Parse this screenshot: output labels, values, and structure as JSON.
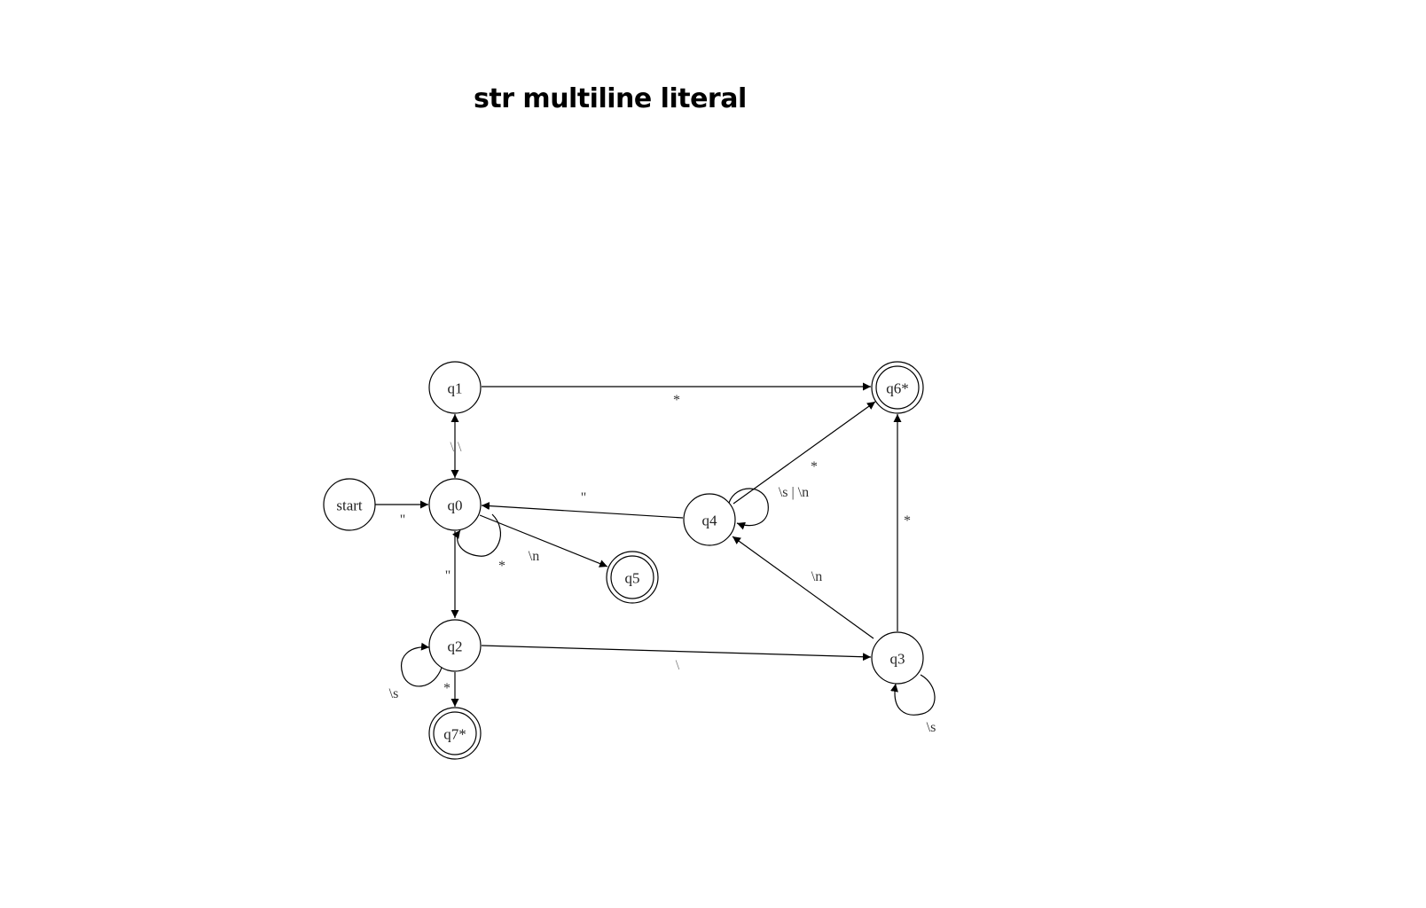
{
  "title": "str multiline literal",
  "colors": {
    "stroke": "#000000",
    "text": "#222222",
    "faint_text": "#777777"
  },
  "nodes": {
    "start": {
      "label": "start",
      "accepting": false
    },
    "q0": {
      "label": "q0",
      "accepting": false
    },
    "q1": {
      "label": "q1",
      "accepting": false
    },
    "q2": {
      "label": "q2",
      "accepting": false
    },
    "q3": {
      "label": "q3",
      "accepting": false
    },
    "q4": {
      "label": "q4",
      "accepting": false
    },
    "q5": {
      "label": "q5",
      "accepting": true
    },
    "q6": {
      "label": "q6*",
      "accepting": true
    },
    "q7": {
      "label": "q7*",
      "accepting": true
    }
  },
  "edges": {
    "start_q0": {
      "label": "\""
    },
    "q0_q1": {
      "label": "\\ \\"
    },
    "q1_q6": {
      "label": "*"
    },
    "q0_q0": {
      "label": "*"
    },
    "q0_q5": {
      "label": "\\n"
    },
    "q0_q2": {
      "label": "\""
    },
    "q4_q0": {
      "label": "\""
    },
    "q4_q4": {
      "label": "\\s | \\n"
    },
    "q4_q6": {
      "label": "*"
    },
    "q3_q4": {
      "label": "\\n"
    },
    "q3_q6": {
      "label": "*"
    },
    "q2_q3": {
      "label": "\\"
    },
    "q3_q3": {
      "label": "\\s"
    },
    "q2_q2": {
      "label": "\\s"
    },
    "q2_q7": {
      "label": "*"
    }
  }
}
